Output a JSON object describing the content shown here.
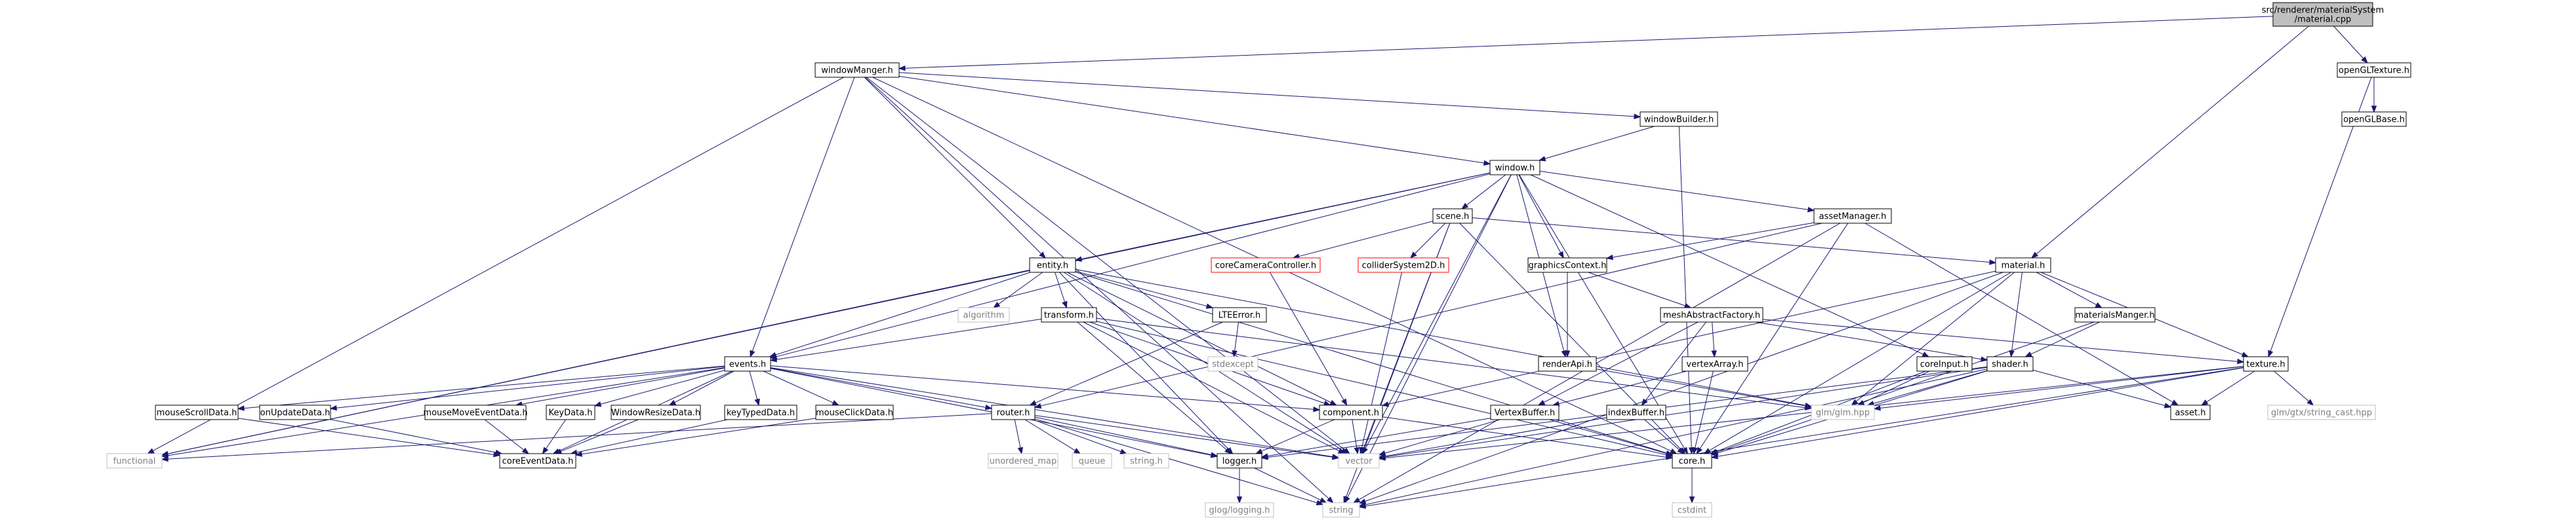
{
  "theme": {
    "edge_color": "#191970",
    "node_border": "#000000",
    "node_fill": "#ffffff",
    "root_fill": "#bfbfbf",
    "external_border": "#bfbfbf",
    "external_text": "#808080",
    "undocumented_border": "#ff0000"
  },
  "nodes": [
    {
      "id": "root",
      "label": "src/renderer/materialSystem\n/material.cpp",
      "kind": "root"
    },
    {
      "id": "windowManger",
      "label": "windowManger.h",
      "kind": "normal"
    },
    {
      "id": "openGLTexture",
      "label": "openGLTexture.h",
      "kind": "normal"
    },
    {
      "id": "openGLBase",
      "label": "openGLBase.h",
      "kind": "normal"
    },
    {
      "id": "windowBuilder",
      "label": "windowBuilder.h",
      "kind": "normal"
    },
    {
      "id": "window",
      "label": "window.h",
      "kind": "normal"
    },
    {
      "id": "scene",
      "label": "scene.h",
      "kind": "normal"
    },
    {
      "id": "assetManager",
      "label": "assetManager.h",
      "kind": "normal"
    },
    {
      "id": "coreCameraController",
      "label": "coreCameraController.h",
      "kind": "undocumented"
    },
    {
      "id": "colliderSystem2D",
      "label": "colliderSystem2D.h",
      "kind": "undocumented"
    },
    {
      "id": "graphicsContext",
      "label": "graphicsContext.h",
      "kind": "normal"
    },
    {
      "id": "material",
      "label": "material.h",
      "kind": "normal"
    },
    {
      "id": "entity",
      "label": "entity.h",
      "kind": "normal"
    },
    {
      "id": "algorithm",
      "label": "algorithm",
      "kind": "external"
    },
    {
      "id": "transform",
      "label": "transform.h",
      "kind": "normal"
    },
    {
      "id": "LTEError",
      "label": "LTEError.h",
      "kind": "normal"
    },
    {
      "id": "stdexcept",
      "label": "stdexcept",
      "kind": "external"
    },
    {
      "id": "renderApi",
      "label": "renderApi.h",
      "kind": "normal"
    },
    {
      "id": "meshAbstractFactory",
      "label": "meshAbstractFactory.h",
      "kind": "normal"
    },
    {
      "id": "materialsManger",
      "label": "materialsManger.h",
      "kind": "normal"
    },
    {
      "id": "events",
      "label": "events.h",
      "kind": "normal"
    },
    {
      "id": "vertexArray",
      "label": "vertexArray.h",
      "kind": "normal"
    },
    {
      "id": "coreInput",
      "label": "coreInput.h",
      "kind": "normal"
    },
    {
      "id": "shader",
      "label": "shader.h",
      "kind": "normal"
    },
    {
      "id": "texture",
      "label": "texture.h",
      "kind": "normal"
    },
    {
      "id": "mouseScrollData",
      "label": "mouseScrollData.h",
      "kind": "normal"
    },
    {
      "id": "onUpdateData",
      "label": "onUpdateData.h",
      "kind": "normal"
    },
    {
      "id": "mouseMoveEventData",
      "label": "mouseMoveEventData.h",
      "kind": "normal"
    },
    {
      "id": "KeyData",
      "label": "KeyData.h",
      "kind": "normal"
    },
    {
      "id": "WindowResizeData",
      "label": "WindowResizeData.h",
      "kind": "normal"
    },
    {
      "id": "keyTypedData",
      "label": "keyTypedData.h",
      "kind": "normal"
    },
    {
      "id": "mouseClickData",
      "label": "mouseClickData.h",
      "kind": "normal"
    },
    {
      "id": "router",
      "label": "router.h",
      "kind": "normal"
    },
    {
      "id": "component",
      "label": "component.h",
      "kind": "normal"
    },
    {
      "id": "VertexBuffer",
      "label": "VertexBuffer.h",
      "kind": "normal"
    },
    {
      "id": "indexBuffer",
      "label": "indexBuffer.h",
      "kind": "normal"
    },
    {
      "id": "glm",
      "label": "glm/glm.hpp",
      "kind": "external"
    },
    {
      "id": "asset",
      "label": "asset.h",
      "kind": "normal"
    },
    {
      "id": "stringcast",
      "label": "glm/gtx/string_cast.hpp",
      "kind": "external"
    },
    {
      "id": "functional",
      "label": "functional",
      "kind": "external"
    },
    {
      "id": "coreEventData",
      "label": "coreEventData.h",
      "kind": "normal"
    },
    {
      "id": "unordered_map",
      "label": "unordered_map",
      "kind": "external"
    },
    {
      "id": "queue",
      "label": "queue",
      "kind": "external"
    },
    {
      "id": "stringh",
      "label": "string.h",
      "kind": "external"
    },
    {
      "id": "logger",
      "label": "logger.h",
      "kind": "normal"
    },
    {
      "id": "vector",
      "label": "vector",
      "kind": "external"
    },
    {
      "id": "core",
      "label": "core.h",
      "kind": "normal"
    },
    {
      "id": "cstdint",
      "label": "cstdint",
      "kind": "external"
    },
    {
      "id": "glog",
      "label": "glog/logging.h",
      "kind": "external"
    },
    {
      "id": "string",
      "label": "string",
      "kind": "external"
    }
  ],
  "edges": [
    [
      "root",
      "windowManger"
    ],
    [
      "root",
      "openGLTexture"
    ],
    [
      "root",
      "material"
    ],
    [
      "openGLTexture",
      "openGLBase"
    ],
    [
      "openGLTexture",
      "texture"
    ],
    [
      "windowManger",
      "windowBuilder"
    ],
    [
      "windowManger",
      "window"
    ],
    [
      "windowManger",
      "entity"
    ],
    [
      "windowManger",
      "events"
    ],
    [
      "windowManger",
      "functional"
    ],
    [
      "windowManger",
      "string"
    ],
    [
      "windowManger",
      "core"
    ],
    [
      "windowManger",
      "vector"
    ],
    [
      "windowBuilder",
      "window"
    ],
    [
      "windowBuilder",
      "core"
    ],
    [
      "window",
      "scene"
    ],
    [
      "window",
      "assetManager"
    ],
    [
      "window",
      "graphicsContext"
    ],
    [
      "window",
      "renderApi"
    ],
    [
      "window",
      "entity"
    ],
    [
      "window",
      "events"
    ],
    [
      "window",
      "coreInput"
    ],
    [
      "window",
      "functional"
    ],
    [
      "window",
      "core"
    ],
    [
      "window",
      "string"
    ],
    [
      "window",
      "vector"
    ],
    [
      "scene",
      "coreCameraController"
    ],
    [
      "scene",
      "colliderSystem2D"
    ],
    [
      "scene",
      "material"
    ],
    [
      "scene",
      "core"
    ],
    [
      "scene",
      "vector"
    ],
    [
      "scene",
      "string"
    ],
    [
      "assetManager",
      "graphicsContext"
    ],
    [
      "assetManager",
      "router"
    ],
    [
      "assetManager",
      "asset"
    ],
    [
      "assetManager",
      "core"
    ],
    [
      "assetManager",
      "string"
    ],
    [
      "coreCameraController",
      "component"
    ],
    [
      "colliderSystem2D",
      "vector"
    ],
    [
      "graphicsContext",
      "renderApi"
    ],
    [
      "graphicsContext",
      "meshAbstractFactory"
    ],
    [
      "renderApi",
      "glm"
    ],
    [
      "material",
      "materialsManger"
    ],
    [
      "material",
      "shader"
    ],
    [
      "material",
      "texture"
    ],
    [
      "material",
      "component"
    ],
    [
      "material",
      "glm"
    ],
    [
      "material",
      "core"
    ],
    [
      "material",
      "string"
    ],
    [
      "materialsManger",
      "shader"
    ],
    [
      "materialsManger",
      "core"
    ],
    [
      "entity",
      "algorithm"
    ],
    [
      "entity",
      "transform"
    ],
    [
      "entity",
      "LTEError"
    ],
    [
      "entity",
      "events"
    ],
    [
      "entity",
      "component"
    ],
    [
      "entity",
      "functional"
    ],
    [
      "entity",
      "vector"
    ],
    [
      "entity",
      "glm"
    ],
    [
      "entity",
      "core"
    ],
    [
      "entity",
      "logger"
    ],
    [
      "transform",
      "component"
    ],
    [
      "transform",
      "glm"
    ],
    [
      "transform",
      "events"
    ],
    [
      "transform",
      "vector"
    ],
    [
      "transform",
      "logger"
    ],
    [
      "transform",
      "core"
    ],
    [
      "LTEError",
      "stdexcept"
    ],
    [
      "LTEError",
      "router"
    ],
    [
      "meshAbstractFactory",
      "vertexArray"
    ],
    [
      "meshAbstractFactory",
      "shader"
    ],
    [
      "meshAbstractFactory",
      "texture"
    ],
    [
      "meshAbstractFactory",
      "indexBuffer"
    ],
    [
      "meshAbstractFactory",
      "VertexBuffer"
    ],
    [
      "vertexArray",
      "VertexBuffer"
    ],
    [
      "vertexArray",
      "core"
    ],
    [
      "coreInput",
      "glm"
    ],
    [
      "coreInput",
      "core"
    ],
    [
      "shader",
      "glm"
    ],
    [
      "shader",
      "core"
    ],
    [
      "shader",
      "asset"
    ],
    [
      "shader",
      "logger"
    ],
    [
      "shader",
      "vector"
    ],
    [
      "shader",
      "string"
    ],
    [
      "texture",
      "asset"
    ],
    [
      "texture",
      "glm"
    ],
    [
      "texture",
      "stringcast"
    ],
    [
      "texture",
      "core"
    ],
    [
      "texture",
      "vector"
    ],
    [
      "texture",
      "string"
    ],
    [
      "events",
      "mouseScrollData"
    ],
    [
      "events",
      "onUpdateData"
    ],
    [
      "events",
      "mouseMoveEventData"
    ],
    [
      "events",
      "KeyData"
    ],
    [
      "events",
      "WindowResizeData"
    ],
    [
      "events",
      "keyTypedData"
    ],
    [
      "events",
      "mouseClickData"
    ],
    [
      "events",
      "router"
    ],
    [
      "events",
      "component"
    ],
    [
      "events",
      "coreEventData"
    ],
    [
      "events",
      "functional"
    ],
    [
      "events",
      "vector"
    ],
    [
      "events",
      "logger"
    ],
    [
      "mouseScrollData",
      "coreEventData"
    ],
    [
      "onUpdateData",
      "coreEventData"
    ],
    [
      "mouseMoveEventData",
      "coreEventData"
    ],
    [
      "KeyData",
      "coreEventData"
    ],
    [
      "WindowResizeData",
      "coreEventData"
    ],
    [
      "keyTypedData",
      "coreEventData"
    ],
    [
      "mouseClickData",
      "coreEventData"
    ],
    [
      "router",
      "functional"
    ],
    [
      "router",
      "unordered_map"
    ],
    [
      "router",
      "queue"
    ],
    [
      "router",
      "stringh"
    ],
    [
      "router",
      "string"
    ],
    [
      "router",
      "logger"
    ],
    [
      "router",
      "vector"
    ],
    [
      "component",
      "vector"
    ],
    [
      "component",
      "core"
    ],
    [
      "component",
      "logger"
    ],
    [
      "VertexBuffer",
      "core"
    ],
    [
      "VertexBuffer",
      "vector"
    ],
    [
      "VertexBuffer",
      "logger"
    ],
    [
      "indexBuffer",
      "core"
    ],
    [
      "indexBuffer",
      "vector"
    ],
    [
      "logger",
      "glog"
    ],
    [
      "logger",
      "string"
    ],
    [
      "core",
      "cstdint"
    ]
  ]
}
